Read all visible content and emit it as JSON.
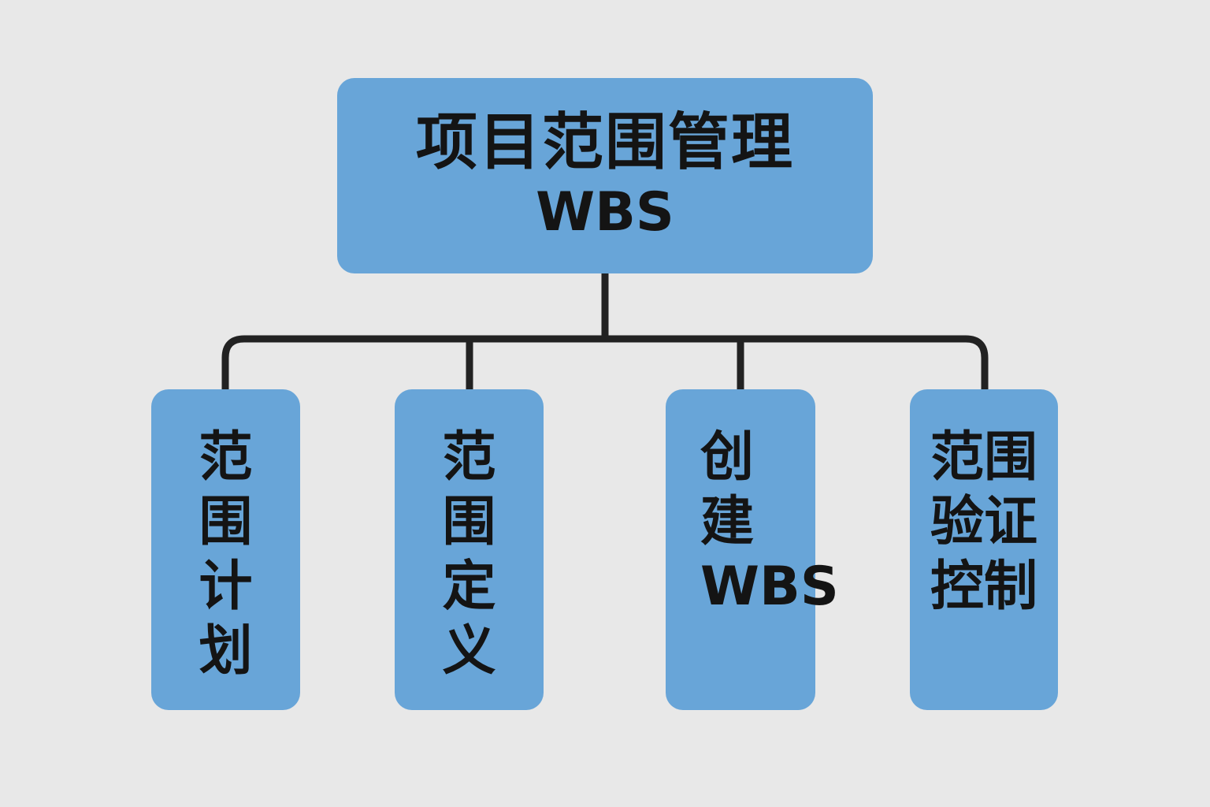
{
  "diagram": {
    "type": "hierarchy",
    "root": {
      "title": "项目范围管理",
      "subtitle": "WBS"
    },
    "children": [
      {
        "label": "范\n围\n计\n划"
      },
      {
        "label": "范\n围\n定\n义"
      },
      {
        "label": "创\n建\nWBS"
      },
      {
        "label": "范围\n验证\n控制"
      }
    ],
    "colors": {
      "background": "#e8e8e8",
      "node_fill": "#68a5d8",
      "text": "#141414",
      "connector": "#222222"
    }
  }
}
